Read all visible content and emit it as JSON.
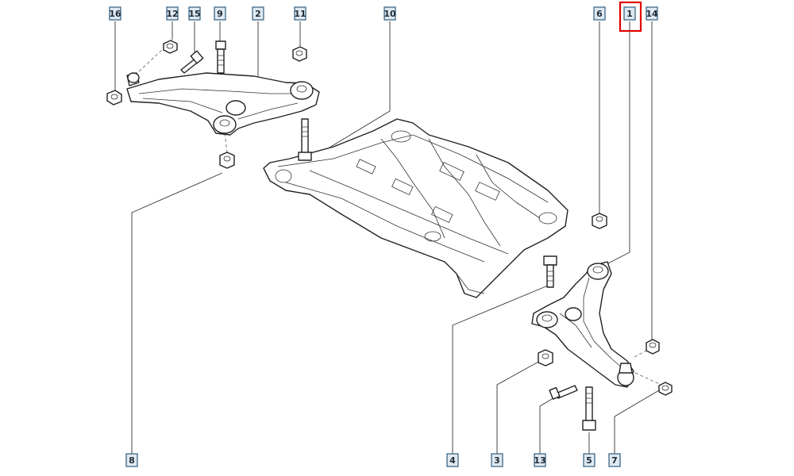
{
  "diagram": {
    "highlight_color": "#e00000",
    "callouts": [
      {
        "id": "16",
        "label": "16"
      },
      {
        "id": "12",
        "label": "12"
      },
      {
        "id": "15",
        "label": "15"
      },
      {
        "id": "9",
        "label": "9"
      },
      {
        "id": "2",
        "label": "2"
      },
      {
        "id": "11",
        "label": "11"
      },
      {
        "id": "10",
        "label": "10"
      },
      {
        "id": "6",
        "label": "6"
      },
      {
        "id": "1",
        "label": "1",
        "highlighted": true
      },
      {
        "id": "14",
        "label": "14"
      },
      {
        "id": "8",
        "label": "8"
      },
      {
        "id": "4",
        "label": "4"
      },
      {
        "id": "3",
        "label": "3"
      },
      {
        "id": "13",
        "label": "13"
      },
      {
        "id": "5",
        "label": "5"
      },
      {
        "id": "7",
        "label": "7"
      }
    ]
  }
}
